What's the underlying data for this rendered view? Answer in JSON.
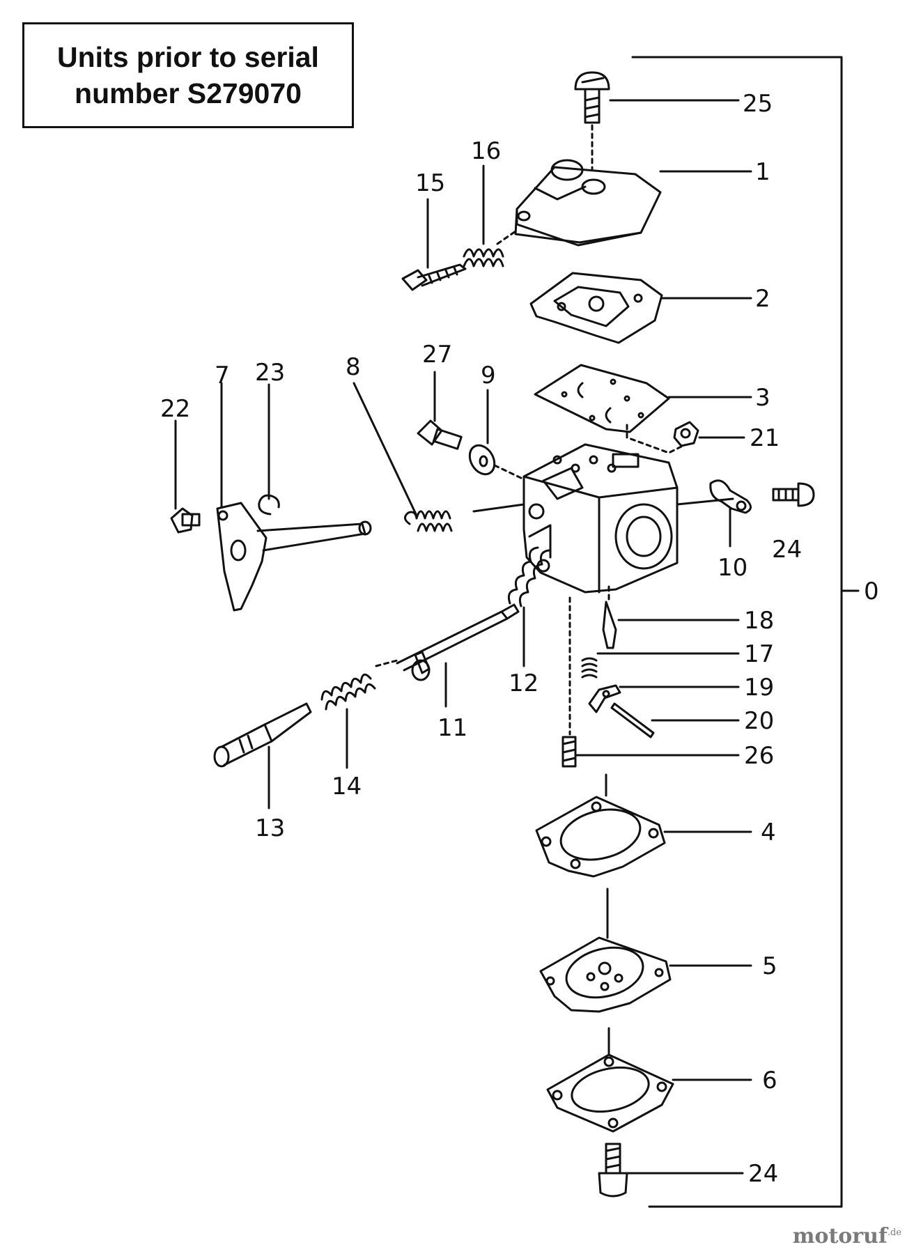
{
  "note": {
    "line1": "Units prior to serial",
    "line2": "number S279070"
  },
  "callouts": {
    "c25": "25",
    "c1": "1",
    "c16": "16",
    "c15": "15",
    "c2": "2",
    "c27": "27",
    "c9": "9",
    "c3": "3",
    "c21": "21",
    "c23": "23",
    "c7": "7",
    "c22": "22",
    "c8": "8",
    "c24a": "24",
    "c10": "10",
    "c0": "0",
    "c18": "18",
    "c17": "17",
    "c12": "12",
    "c11": "11",
    "c19": "19",
    "c20": "20",
    "c14": "14",
    "c26": "26",
    "c13": "13",
    "c4": "4",
    "c5": "5",
    "c6": "6",
    "c24b": "24"
  },
  "watermark": {
    "name": "motoruf",
    "suffix": ".de"
  }
}
